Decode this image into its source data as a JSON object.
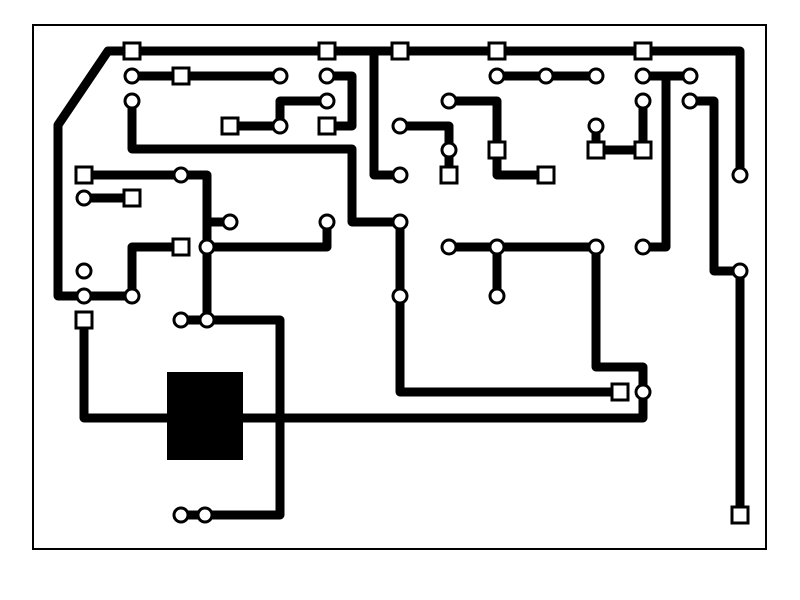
{
  "diagram": {
    "kind": "pcb-trace-layout",
    "colors": {
      "copper": "#000000",
      "background": "#ffffff",
      "pad_hole": "#ffffff",
      "border": "#000000"
    },
    "pad_shapes": [
      "round",
      "square"
    ],
    "trace_style": "thick-solid"
  }
}
